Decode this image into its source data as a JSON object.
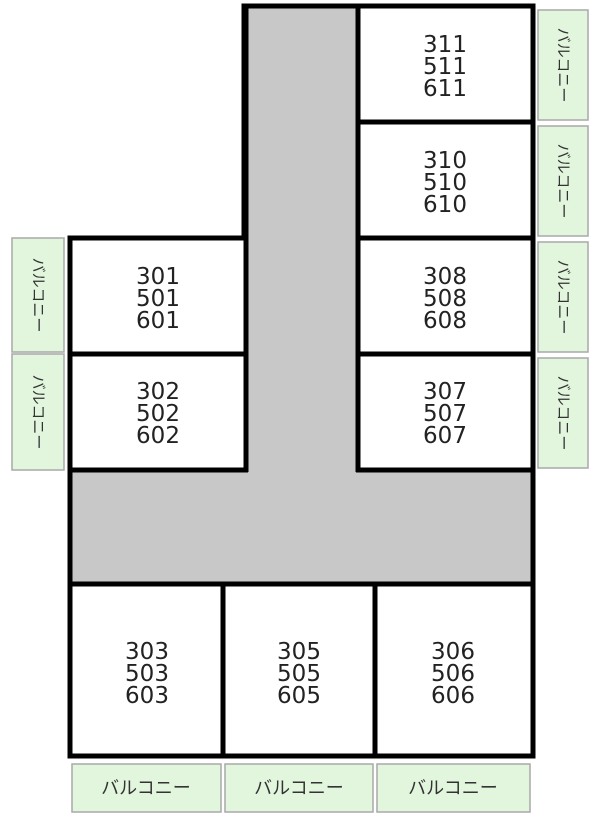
{
  "colors": {
    "wall": "#000000",
    "corridor": "#c8c8c8",
    "room": "#ffffff",
    "balcony": "#e2f5dd",
    "balcony_border": "#a9a9a9"
  },
  "balcony_label": "バルコニー",
  "rooms": [
    {
      "id": "r311",
      "numbers": [
        "311",
        "511",
        "611"
      ]
    },
    {
      "id": "r310",
      "numbers": [
        "310",
        "510",
        "610"
      ]
    },
    {
      "id": "r308",
      "numbers": [
        "308",
        "508",
        "608"
      ]
    },
    {
      "id": "r307",
      "numbers": [
        "307",
        "507",
        "607"
      ]
    },
    {
      "id": "r301",
      "numbers": [
        "301",
        "501",
        "601"
      ]
    },
    {
      "id": "r302",
      "numbers": [
        "302",
        "502",
        "602"
      ]
    },
    {
      "id": "r303",
      "numbers": [
        "303",
        "503",
        "603"
      ]
    },
    {
      "id": "r305",
      "numbers": [
        "305",
        "505",
        "605"
      ]
    },
    {
      "id": "r306",
      "numbers": [
        "306",
        "506",
        "606"
      ]
    }
  ]
}
